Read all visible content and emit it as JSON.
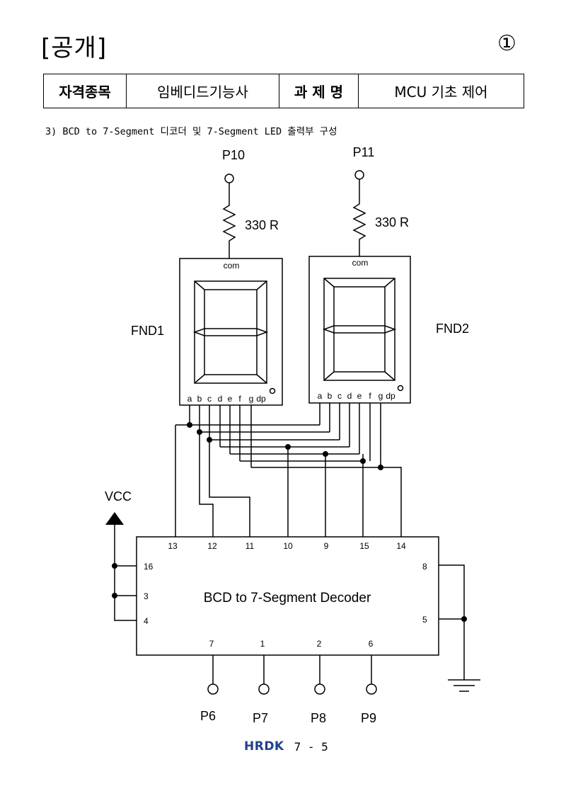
{
  "header": {
    "title": "[공개]",
    "number": "①"
  },
  "info_table": {
    "label1": "자격종목",
    "value1": "임베디드기능사",
    "label2": "과 제 명",
    "value2": "MCU 기초 제어"
  },
  "caption": "3) BCD to 7-Segment 디코더 및 7-Segment LED 출력부 구성",
  "schematic": {
    "fnd1": {
      "name": "FND1",
      "pin_top": "P10",
      "resistor": "330 R",
      "com": "com",
      "seg_labels": [
        "a",
        "b",
        "c",
        "d",
        "e",
        "f",
        "g",
        "dp"
      ]
    },
    "fnd2": {
      "name": "FND2",
      "pin_top": "P11",
      "resistor": "330 R",
      "com": "com",
      "seg_labels": [
        "a",
        "b",
        "c",
        "d",
        "e",
        "f",
        "g",
        "dp"
      ]
    },
    "vcc": "VCC",
    "decoder": {
      "title": "BCD to 7-Segment Decoder",
      "top_pins": [
        "13",
        "12",
        "11",
        "10",
        "9",
        "15",
        "14"
      ],
      "left_pins": [
        "16",
        "3",
        "4"
      ],
      "right_pins": [
        "8",
        "5"
      ],
      "bottom_pins": [
        "7",
        "1",
        "2",
        "6"
      ]
    },
    "inputs": [
      "P6",
      "P7",
      "P8",
      "P9"
    ]
  },
  "footer": {
    "logo": "HRDK",
    "page": "7 - 5"
  }
}
